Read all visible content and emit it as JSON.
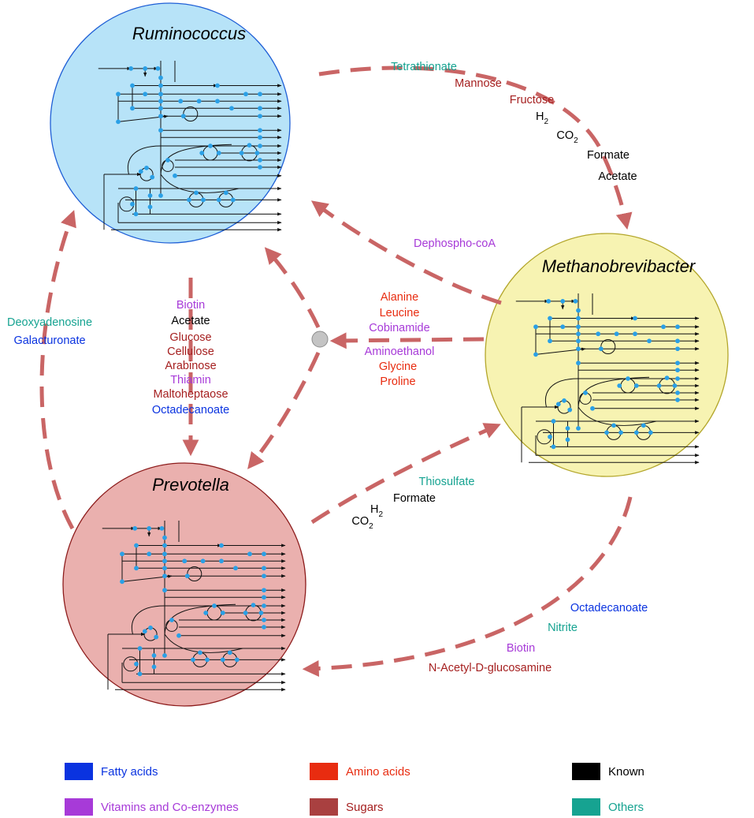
{
  "organisms": {
    "ruminococcus": {
      "name": "Ruminococcus",
      "fill": "#b7e3f8",
      "stroke": "#1f5fd6"
    },
    "methanobrevibacter": {
      "name": "Methanobrevibacter",
      "fill": "#f7f3b2",
      "stroke": "#b3a62b"
    },
    "prevotella": {
      "name": "Prevotella",
      "fill": "#eab0ae",
      "stroke": "#8d1c1c"
    }
  },
  "colors": {
    "fatty_acids": "#0a33e0",
    "vitamins": "#a73ad8",
    "amino_acids": "#e82c10",
    "sugars": "#a51f1f",
    "known": "#000000",
    "others": "#16a391",
    "arrow": "#c96565",
    "node": "#2aa0e6"
  },
  "exchanges": {
    "rumino_to_methano": {
      "tetrathionate": "Tetrathionate",
      "mannose": "Mannose",
      "fructose": "Fructose",
      "h2": "H",
      "h2_sub": "2",
      "co2": "CO",
      "co2_sub": "2",
      "formate": "Formate",
      "acetate": "Acetate"
    },
    "methano_to_rumino": {
      "dephospho_coa": "Dephospho-coA"
    },
    "methano_to_hub": {
      "alanine": "Alanine",
      "leucine": "Leucine",
      "cobinamide": "Cobinamide",
      "aminoethanol": "Aminoethanol",
      "glycine": "Glycine",
      "proline": "Proline"
    },
    "prevotella_to_rumino": {
      "deoxyadenosine": "Deoxyadenosine",
      "galacturonate": "Galacturonate"
    },
    "rumino_to_prevotella": {
      "biotin": "Biotin",
      "acetate": "Acetate",
      "glucose": "Glucose",
      "cellulose": "Cellulose",
      "arabinose": "Arabinose",
      "thiamin": "Thiamin",
      "maltoheptaose": "Maltoheptaose",
      "octadecanoate": "Octadecanoate"
    },
    "prevotella_to_methano": {
      "thiosulfate": "Thiosulfate",
      "formate": "Formate",
      "h2": "H",
      "h2_sub": "2",
      "co2": "CO",
      "co2_sub": "2"
    },
    "methano_to_prevotella": {
      "octadecanoate": "Octadecanoate",
      "nitrite": "Nitrite",
      "biotin": "Biotin",
      "n_acetyl": "N-Acetyl-D-glucosamine"
    }
  },
  "legend": {
    "fatty_acids": "Fatty acids",
    "amino_acids": "Amino acids",
    "known": "Known",
    "vitamins": "Vitamins and Co-enzymes",
    "sugars": "Sugars",
    "others": "Others"
  }
}
